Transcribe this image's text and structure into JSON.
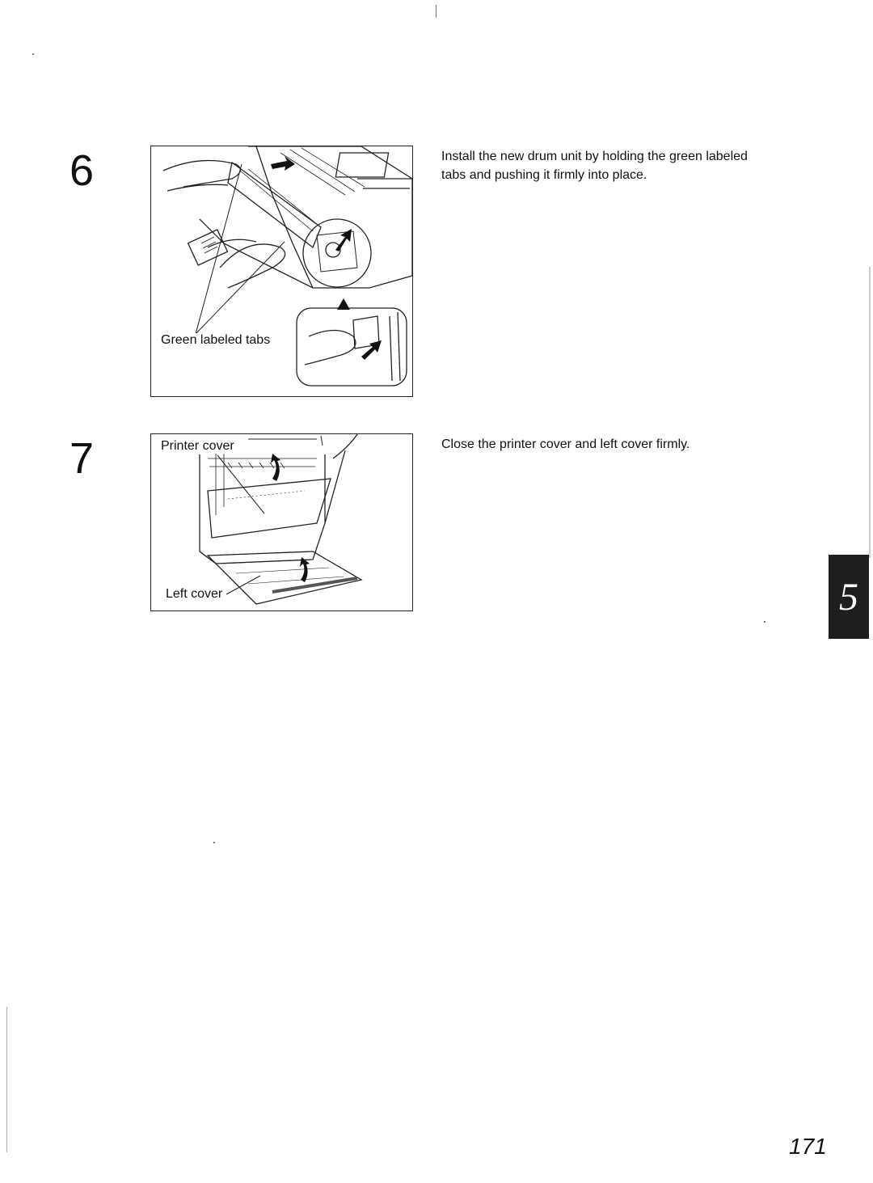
{
  "steps": [
    {
      "number": "6",
      "text": "Install the new drum unit by holding the green labeled tabs and pushing it firmly into place.",
      "figure_labels": {
        "tabs": "Green labeled tabs"
      }
    },
    {
      "number": "7",
      "text": "Close the printer cover and left cover firmly.",
      "figure_labels": {
        "printer_cover": "Printer cover",
        "left_cover": "Left cover"
      }
    }
  ],
  "chapter_tab": "5",
  "page_number": "171"
}
